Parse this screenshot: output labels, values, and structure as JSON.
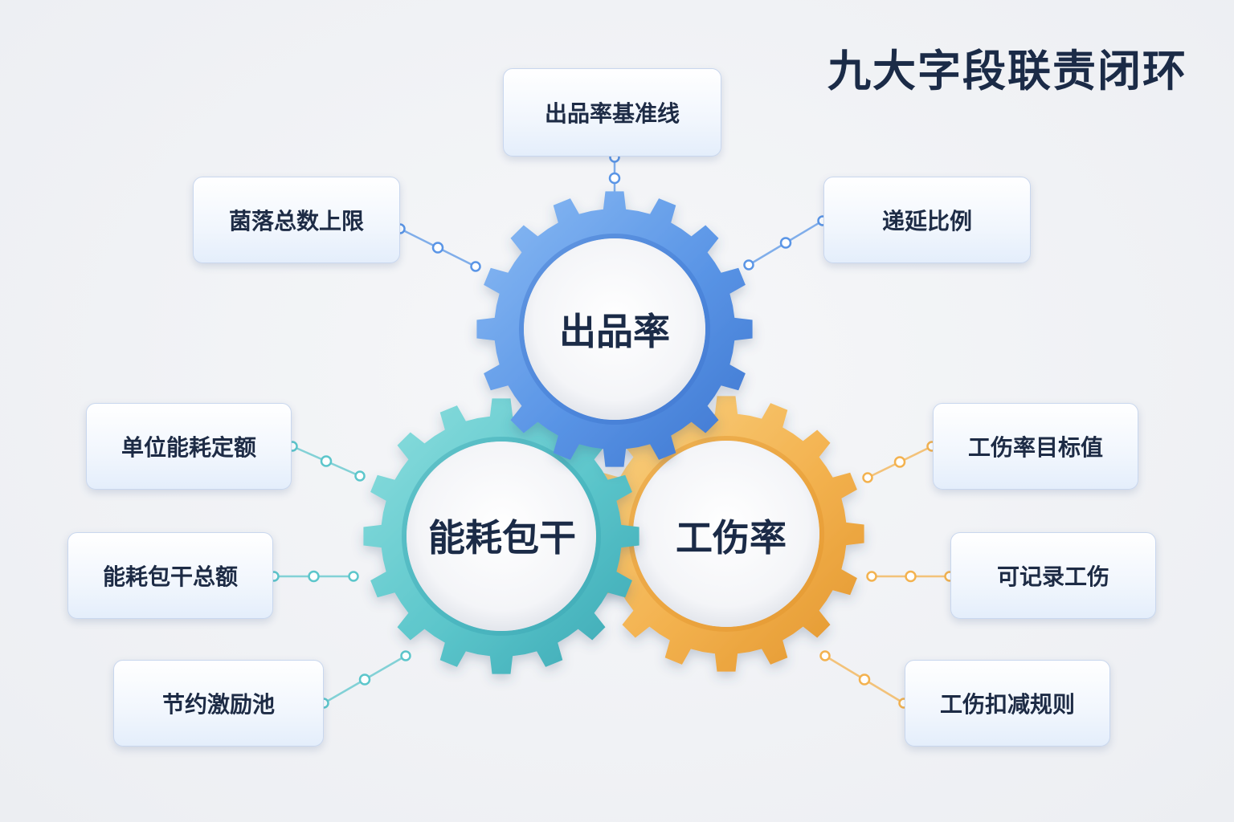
{
  "title": "九大字段联责闭环",
  "gears": [
    {
      "label": "出品率",
      "color": "#5a95e6",
      "color_light": "#8cbcf4",
      "color_dark": "#3d75cf"
    },
    {
      "label": "能耗包干",
      "color": "#5cc6cb",
      "color_light": "#8edfdf",
      "color_dark": "#3aa7b4"
    },
    {
      "label": "工伤率",
      "color": "#f3b24f",
      "color_light": "#f9d486",
      "color_dark": "#e2952c"
    }
  ],
  "fields": {
    "yield_baseline": "出品率基准线",
    "colony_limit": "菌落总数上限",
    "deferral_ratio": "递延比例",
    "unit_energy_quota": "单位能耗定额",
    "energy_total_quota": "能耗包干总额",
    "saving_incentive_pool": "节约激励池",
    "injury_rate_target": "工伤率目标值",
    "recordable_injury": "可记录工伤",
    "injury_deduction_rule": "工伤扣减规则"
  }
}
